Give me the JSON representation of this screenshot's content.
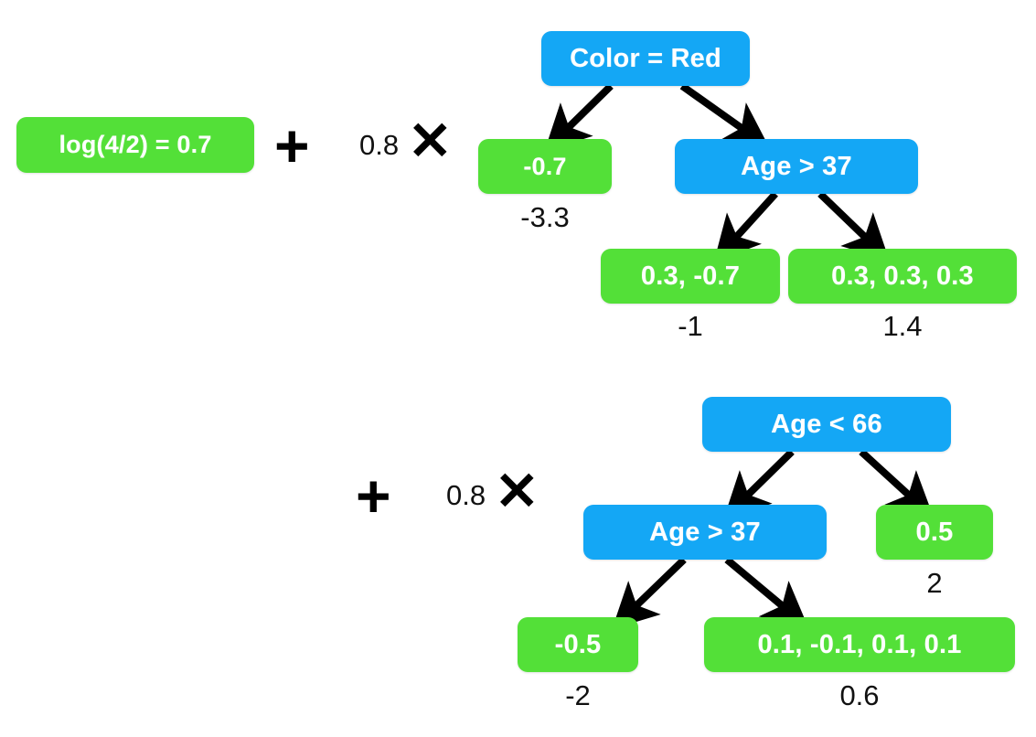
{
  "diagram": {
    "type": "gradient-boosting-ensemble",
    "initial_prediction": {
      "label": "log(4/2) = 0.7",
      "kind": "leaf"
    },
    "operators": [
      {
        "plus": "+",
        "coefficient": "0.8",
        "times": "✕"
      },
      {
        "plus": "+",
        "coefficient": "0.8",
        "times": "✕"
      }
    ],
    "trees": [
      {
        "name": "tree-1",
        "nodes": [
          {
            "id": "t1-root",
            "label": "Color = Red",
            "kind": "split"
          },
          {
            "id": "t1-leaf-a",
            "label": "-0.7",
            "kind": "leaf",
            "output": "-3.3"
          },
          {
            "id": "t1-mid",
            "label": "Age > 37",
            "kind": "split"
          },
          {
            "id": "t1-leaf-b",
            "label": "0.3, -0.7",
            "kind": "leaf",
            "output": "-1"
          },
          {
            "id": "t1-leaf-c",
            "label": "0.3, 0.3, 0.3",
            "kind": "leaf",
            "output": "1.4"
          }
        ]
      },
      {
        "name": "tree-2",
        "nodes": [
          {
            "id": "t2-root",
            "label": "Age < 66",
            "kind": "split"
          },
          {
            "id": "t2-mid",
            "label": "Age > 37",
            "kind": "split"
          },
          {
            "id": "t2-leaf-a",
            "label": "0.5",
            "kind": "leaf",
            "output": "2"
          },
          {
            "id": "t2-leaf-b",
            "label": "-0.5",
            "kind": "leaf",
            "output": "-2"
          },
          {
            "id": "t2-leaf-c",
            "label": "0.1, -0.1, 0.1, 0.1",
            "kind": "leaf",
            "output": "0.6"
          }
        ]
      }
    ],
    "colors": {
      "split_node": "#14A7F5",
      "leaf_node": "#53E038",
      "node_text": "#FFFFFF",
      "output_label": "#111111",
      "arrow": "#000000",
      "background": "#FFFFFF"
    }
  }
}
